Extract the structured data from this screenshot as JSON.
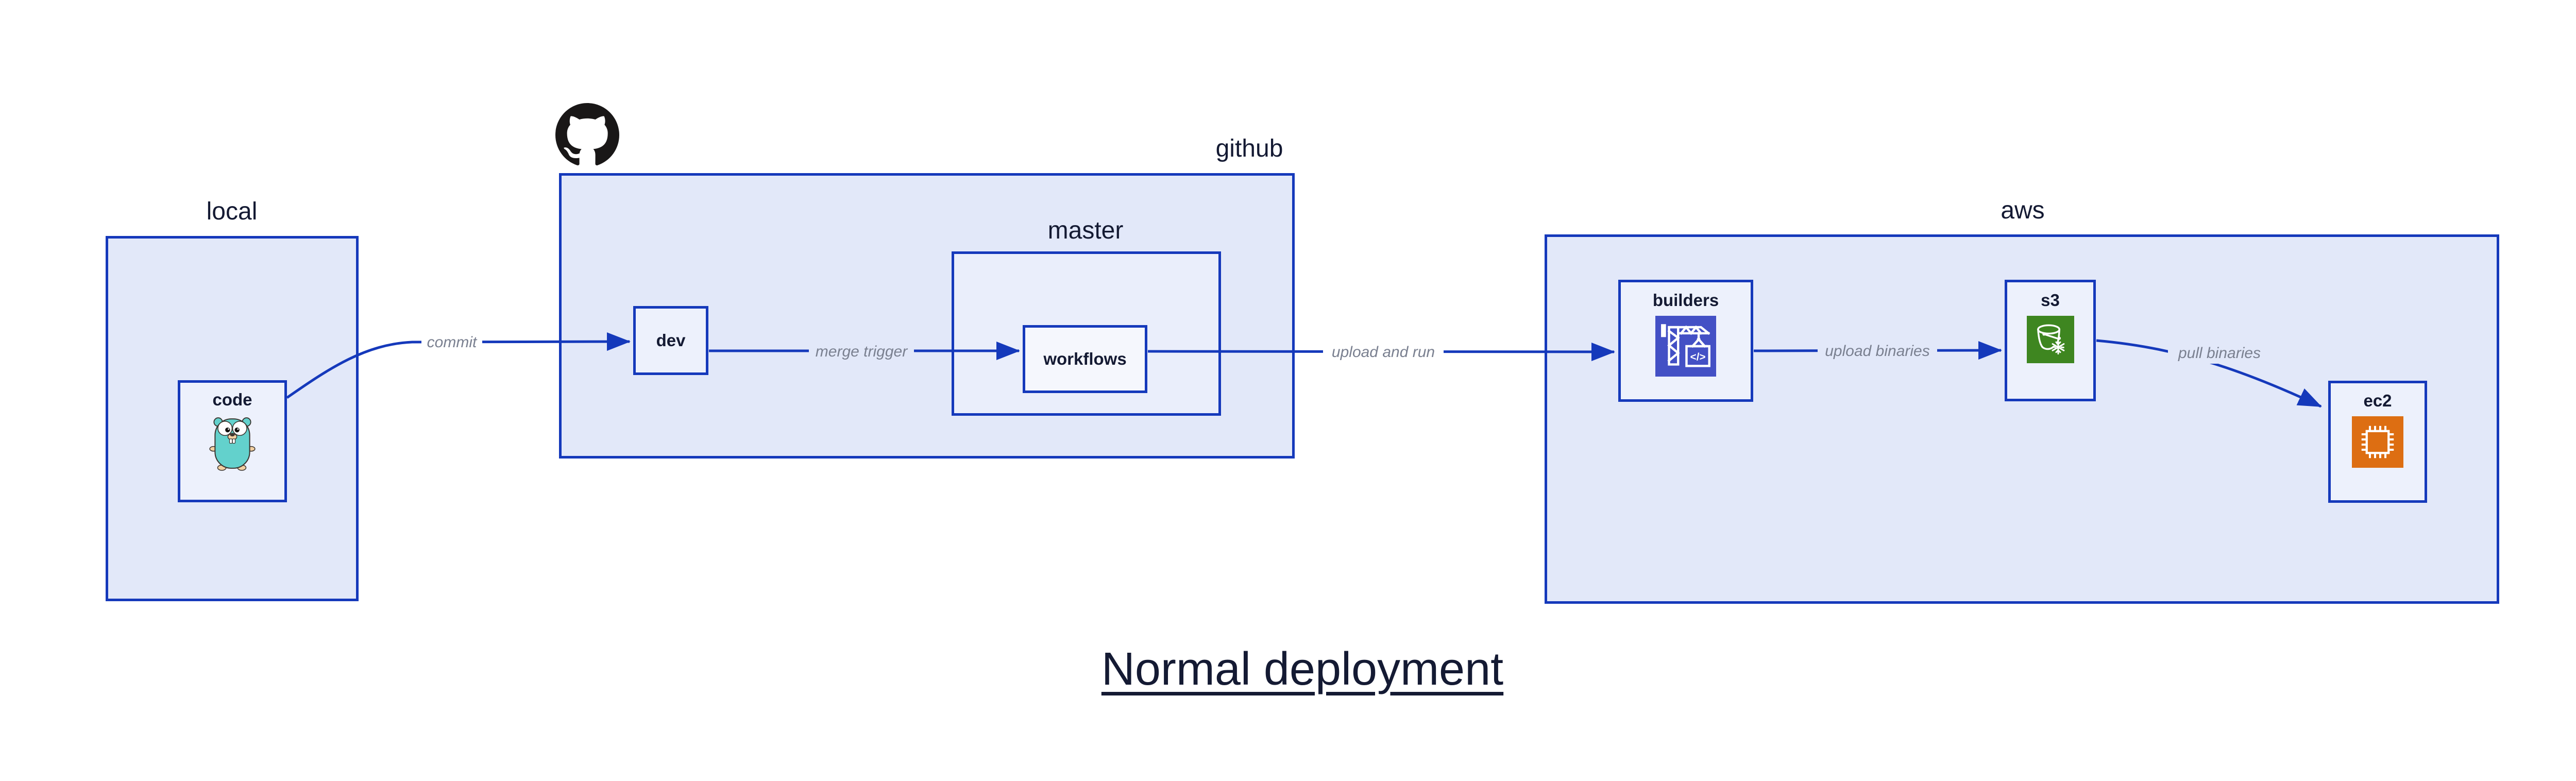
{
  "title": "Normal deployment",
  "groups": {
    "local": {
      "label": "local"
    },
    "github": {
      "label": "github"
    },
    "master": {
      "label": "master"
    },
    "aws": {
      "label": "aws"
    }
  },
  "nodes": {
    "code": {
      "label": "code",
      "icon": "go-gopher"
    },
    "dev": {
      "label": "dev"
    },
    "workflows": {
      "label": "workflows"
    },
    "builders": {
      "label": "builders",
      "icon": "aws-codebuild-crane",
      "icon_glyph": "</>"
    },
    "s3": {
      "label": "s3",
      "icon": "aws-s3-glacier-bucket"
    },
    "ec2": {
      "label": "ec2",
      "icon": "aws-ec2-chip"
    }
  },
  "edges": [
    {
      "from": "code",
      "to": "dev",
      "label": "commit"
    },
    {
      "from": "dev",
      "to": "workflows",
      "label": "merge trigger"
    },
    {
      "from": "workflows",
      "to": "builders",
      "label": "upload and run"
    },
    {
      "from": "builders",
      "to": "s3",
      "label": "upload binaries"
    },
    {
      "from": "s3",
      "to": "ec2",
      "label": "pull binaries"
    }
  ],
  "colors": {
    "accent_border_arrow": "#1539bb",
    "container_fill": "#e2e8f9",
    "node_fill": "#edf1fc",
    "workflows_fill": "#f5f7fd",
    "ink_text": "#141a33",
    "edge_label_text": "#7a8090",
    "github_octocat": "#191717",
    "gopher_teal": "#63d1cc",
    "codebuild_purple": "#4350c5",
    "s3_green": "#3e8620",
    "ec2_orange": "#dd6e12"
  }
}
